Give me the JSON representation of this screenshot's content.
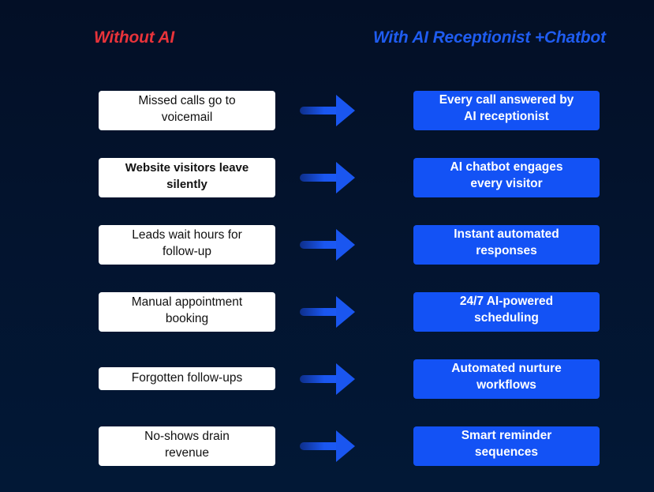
{
  "headers": {
    "left": "Without AI",
    "right": "With AI Receptionist +Chatbot"
  },
  "colors": {
    "background": "#03142f",
    "left_header": "#e8333a",
    "right_header": "#1f5cf0",
    "right_box": "#1352f5",
    "left_box": "#ffffff",
    "arrow": "#1a56f0"
  },
  "rows": [
    {
      "without": "Missed calls go to\nvoicemail",
      "with": "Every call answered by\nAI receptionist"
    },
    {
      "without": "Website visitors leave\nsilently",
      "with": "AI chatbot engages\nevery visitor"
    },
    {
      "without": "Leads wait hours for\nfollow-up",
      "with": "Instant automated\nresponses"
    },
    {
      "without": "Manual appointment\nbooking",
      "with": "24/7 AI-powered\nscheduling"
    },
    {
      "without": "Forgotten follow-ups",
      "with": "Automated nurture\nworkflows"
    },
    {
      "without": "No-shows drain\nrevenue",
      "with": "Smart reminder\nsequences"
    }
  ],
  "icons": {
    "arrow": "arrow-right-icon"
  }
}
